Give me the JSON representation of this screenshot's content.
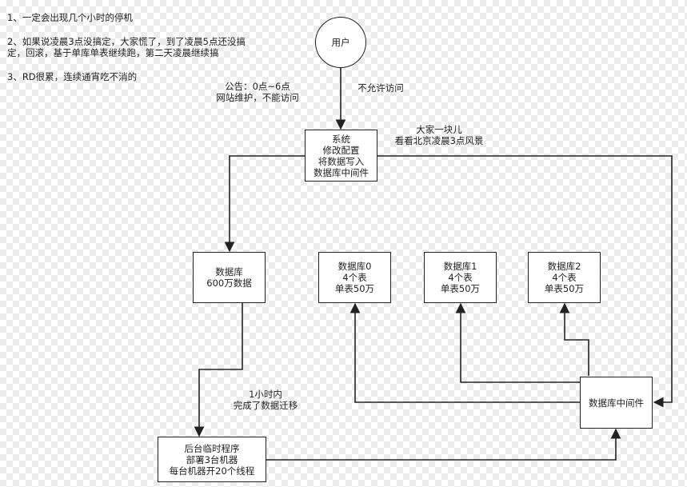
{
  "notes": {
    "note1": "1、一定会出现几个小时的停机",
    "note2_line1": "2、如果说凌晨3点没搞定，大家慌了，到了凌晨5点还没搞",
    "note2_line2": "定，回滚，基于单库单表继续跑，第二天凌晨继续搞",
    "note3": "3、RD很累，连续通宵吃不消的"
  },
  "nodes": {
    "user": "用户",
    "system": [
      "系统",
      "修改配置",
      "将数据写入",
      "数据库中间件"
    ],
    "single_db": [
      "数据库",
      "600万数据"
    ],
    "db0": [
      "数据库0",
      "4个表",
      "单表50万"
    ],
    "db1": [
      "数据库1",
      "4个表",
      "单表50万"
    ],
    "db2": [
      "数据库2",
      "4个表",
      "单表50万"
    ],
    "middleware": "数据库中间件",
    "migration": [
      "后台临时程序",
      "部署3台机器",
      "每台机器开20个线程"
    ]
  },
  "labels": {
    "notice": [
      "公告：0点~6点",
      "网站维护，不能访问"
    ],
    "no_access": "不允许访问",
    "together": [
      "大家一块儿",
      "看看北京凌晨3点风景"
    ],
    "within_hour": [
      "1小时内",
      "完成了数据迁移"
    ]
  }
}
